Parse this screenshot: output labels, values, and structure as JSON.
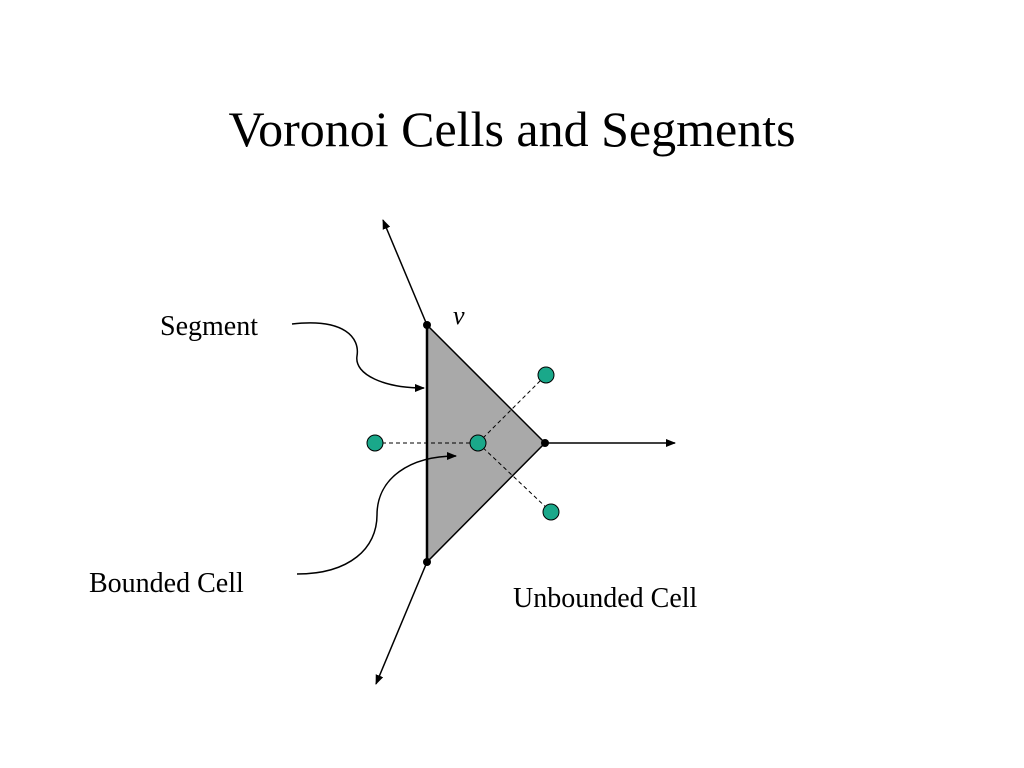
{
  "slide": {
    "title": "Voronoi Cells and Segments"
  },
  "diagram": {
    "labels": {
      "vertex": "v",
      "segment": "Segment",
      "bounded_cell": "Bounded Cell",
      "unbounded_cell": "Unbounded Cell"
    },
    "colors": {
      "cell_fill": "#a9a9a9",
      "site_fill": "#1aa88a",
      "line": "#000000"
    }
  }
}
